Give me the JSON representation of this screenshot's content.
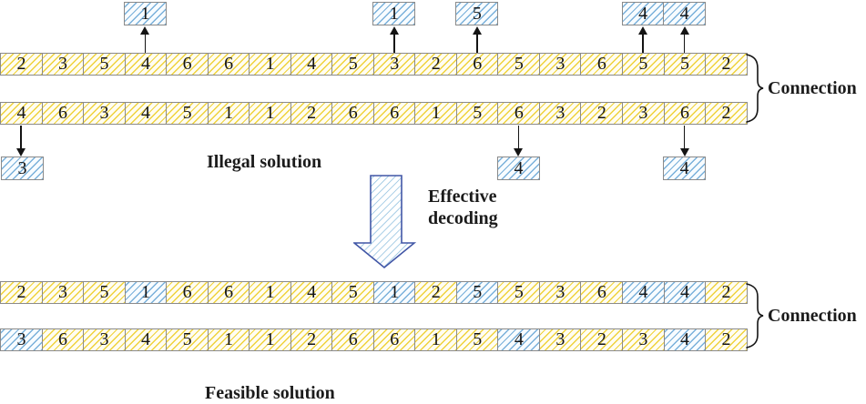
{
  "colors": {
    "yellow_hatch": "#efd23b",
    "blue_hatch": "#79b0da",
    "cell_border": "#8a8a8a",
    "big_arrow_border": "#4156a6",
    "text": "#1b1b1b"
  },
  "illegal": {
    "label": "Illegal solution",
    "connection_label": "Connection",
    "row1": [
      "2",
      "3",
      "5",
      "4",
      "6",
      "6",
      "1",
      "4",
      "5",
      "3",
      "2",
      "6",
      "5",
      "3",
      "6",
      "5",
      "5",
      "2"
    ],
    "row2": [
      "4",
      "6",
      "3",
      "4",
      "5",
      "1",
      "1",
      "2",
      "6",
      "6",
      "1",
      "5",
      "6",
      "3",
      "2",
      "3",
      "6",
      "2"
    ],
    "extracted_above": [
      {
        "value": "1",
        "col": 3
      },
      {
        "value": "1",
        "col": 9
      },
      {
        "value": "5",
        "col": 11
      },
      {
        "value": "4",
        "col": 15
      },
      {
        "value": "4",
        "col": 16
      }
    ],
    "extracted_below": [
      {
        "value": "3",
        "col": 0
      },
      {
        "value": "4",
        "col": 12
      },
      {
        "value": "4",
        "col": 16
      }
    ]
  },
  "transform": {
    "label_line1": "Effective",
    "label_line2": "decoding"
  },
  "feasible": {
    "label": "Feasible solution",
    "connection_label": "Connection",
    "row1": [
      "2",
      "3",
      "5",
      "1",
      "6",
      "6",
      "1",
      "4",
      "5",
      "1",
      "2",
      "5",
      "5",
      "3",
      "6",
      "4",
      "4",
      "2"
    ],
    "row1_highlight": [
      3,
      9,
      11,
      15,
      16
    ],
    "row2": [
      "3",
      "6",
      "3",
      "4",
      "5",
      "1",
      "1",
      "2",
      "6",
      "6",
      "1",
      "5",
      "4",
      "3",
      "2",
      "3",
      "4",
      "2"
    ],
    "row2_highlight": [
      0,
      12,
      16
    ]
  }
}
